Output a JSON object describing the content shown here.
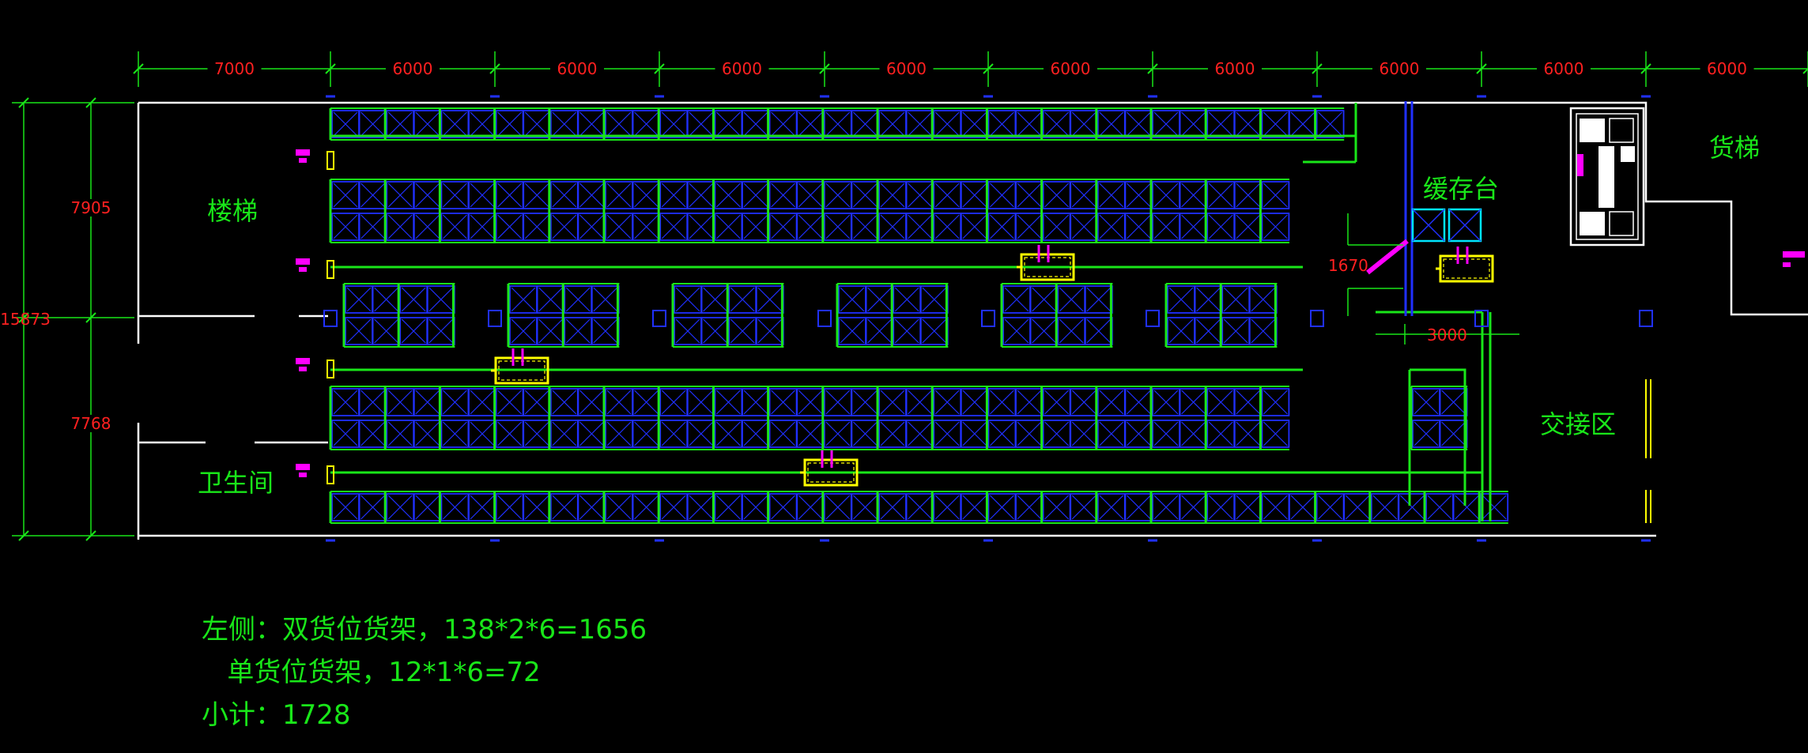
{
  "colors": {
    "background": "#000000",
    "dimension": "#19e619",
    "dimension_text": "#ff2020",
    "wall": "#ffffff",
    "rack_grid": "#19e619",
    "rack_cell": "#2030ff",
    "label": "#19e619",
    "agv": "#ffff00",
    "marker": "#ff00ff",
    "buffer_cell": "#00e5ff"
  },
  "dimensions": {
    "top": [
      "7000",
      "6000",
      "6000",
      "6000",
      "6000",
      "6000",
      "6000",
      "6000",
      "6000",
      "6000"
    ],
    "left_total": "15873",
    "left_parts": [
      "7905",
      "7768"
    ],
    "buffer_gap": "1670",
    "buffer_width": "3000"
  },
  "rooms": {
    "stairs": "楼梯",
    "toilet": "卫生间",
    "buffer_station": "缓存台",
    "elevator": "货梯",
    "handover_area": "交接区"
  },
  "notes": {
    "line1": "左侧：双货位货架，138*2*6=1656",
    "line2": "   单货位货架，12*1*6=72",
    "line3": "小计：1728"
  }
}
